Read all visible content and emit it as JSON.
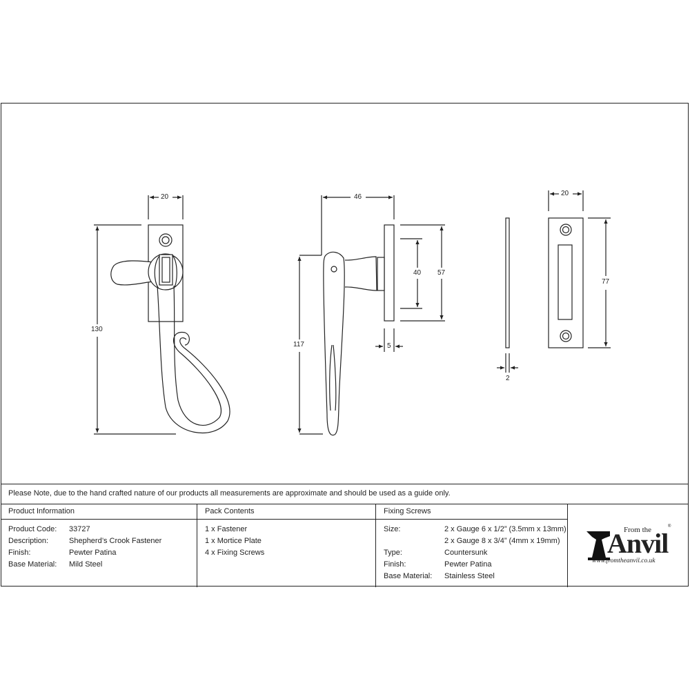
{
  "note": "Please Note, due to the hand crafted nature of our products all measurements are approximate and should be used as a guide only.",
  "product_information": {
    "header": "Product Information",
    "rows": [
      {
        "label": "Product Code:",
        "value": "33727"
      },
      {
        "label": "Description:",
        "value": "Shepherd’s Crook Fastener"
      },
      {
        "label": "Finish:",
        "value": "Pewter Patina"
      },
      {
        "label": "Base Material:",
        "value": "Mild Steel"
      }
    ]
  },
  "pack_contents": {
    "header": "Pack Contents",
    "items": [
      "1 x Fastener",
      "1 x Mortice Plate",
      "4 x Fixing Screws"
    ]
  },
  "fixing_screws": {
    "header": "Fixing Screws",
    "rows": [
      {
        "label": "Size:",
        "value": "2 x Gauge 6 x 1/2” (3.5mm x 13mm)"
      },
      {
        "label": "",
        "value": "2 x Gauge 8 x 3/4” (4mm x 19mm)"
      },
      {
        "label": "Type:",
        "value": "Countersunk"
      },
      {
        "label": "Finish:",
        "value": "Pewter Patina"
      },
      {
        "label": "Base Material:",
        "value": "Stainless Steel"
      }
    ]
  },
  "logo": {
    "from_the": "From the",
    "brand": "Anvil",
    "registered": "®",
    "url": "www.fromtheanvil.co.uk"
  },
  "dimensions": {
    "front_view": {
      "width": "20",
      "height": "130"
    },
    "side_view": {
      "depth": "46",
      "height": "117",
      "plate_height": "57",
      "screw_spacing": "40",
      "plate_thickness": "5"
    },
    "mortice_plate": {
      "width": "20",
      "height": "77",
      "thickness": "2"
    }
  }
}
